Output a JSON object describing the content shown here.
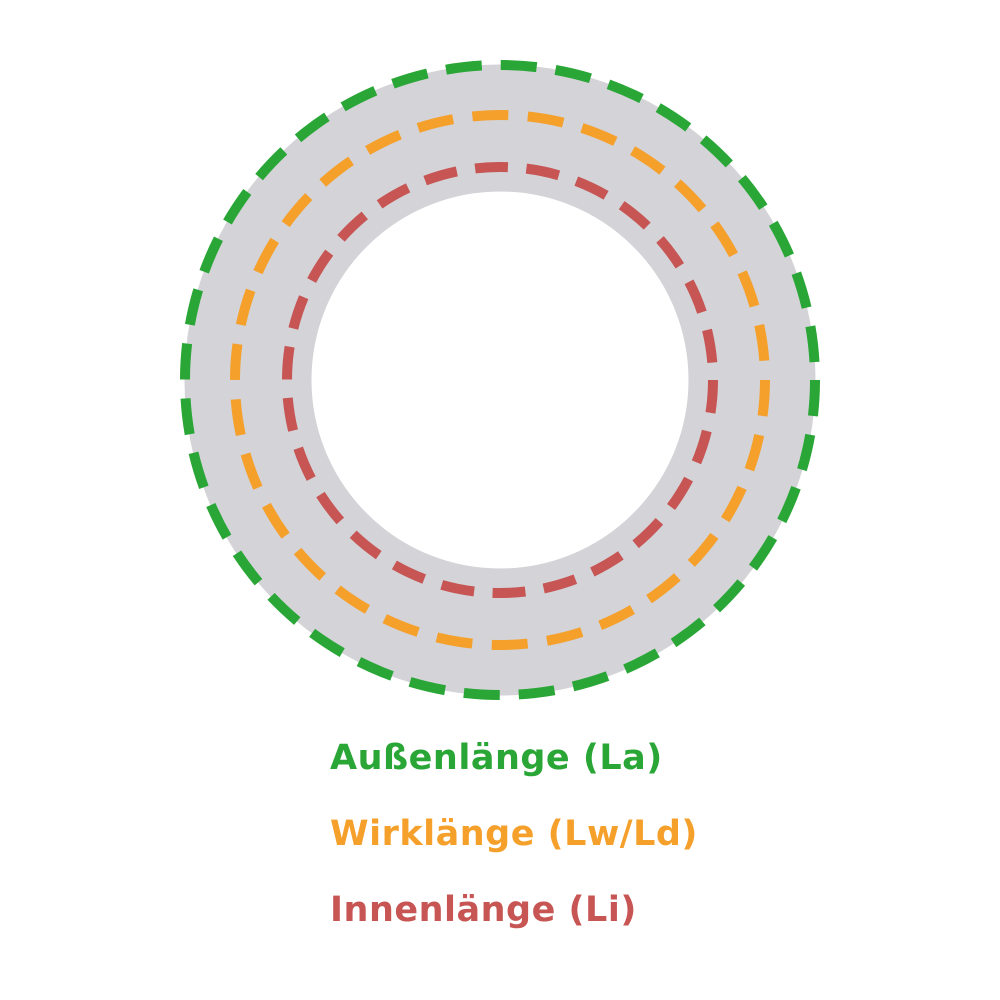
{
  "diagram": {
    "ring_color": "#D3D3D8",
    "circles": {
      "outer": {
        "label": "Außenlänge (La)",
        "color": "#29A636"
      },
      "middle": {
        "label": "Wirklänge (Lw/Ld)",
        "color": "#F5A02B"
      },
      "inner": {
        "label": "Innenlänge (Li)",
        "color": "#C65553"
      }
    }
  }
}
